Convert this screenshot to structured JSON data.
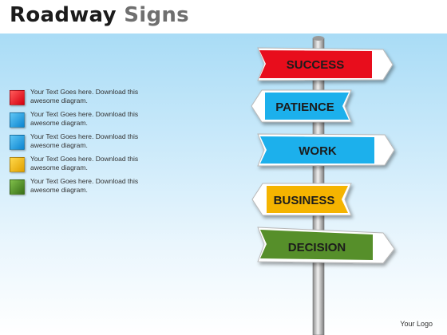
{
  "title": {
    "part1": "Roadway",
    "part2": "Signs"
  },
  "legend": [
    {
      "text": "Your Text Goes here. Download this awesome diagram.",
      "color": "#e8101c"
    },
    {
      "text": "Your Text Goes here. Download this awesome diagram.",
      "color": "#1b9ee8"
    },
    {
      "text": "Your Text Goes here. Download this awesome diagram.",
      "color": "#1b9ee8"
    },
    {
      "text": "Your Text Goes here. Download this awesome diagram.",
      "color": "#f2b800"
    },
    {
      "text": "Your Text Goes here. Download this awesome diagram.",
      "color": "#4c8a24"
    }
  ],
  "signs": [
    {
      "label": "SUCCESS",
      "color": "#e8101c",
      "direction": "right"
    },
    {
      "label": "PATIENCE",
      "color": "#1fb0ec",
      "direction": "left"
    },
    {
      "label": "WORK",
      "color": "#1fb0ec",
      "direction": "right"
    },
    {
      "label": "BUSINESS",
      "color": "#f5b400",
      "direction": "left"
    },
    {
      "label": "DECISION",
      "color": "#568f2a",
      "direction": "right"
    }
  ],
  "footer": {
    "logo": "Your Logo"
  }
}
